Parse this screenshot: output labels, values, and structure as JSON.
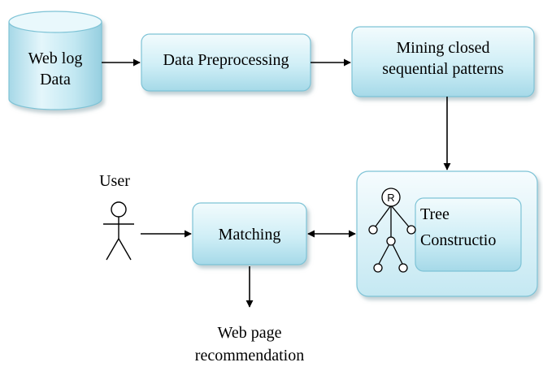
{
  "nodes": {
    "weblog": {
      "line1": "Web log",
      "line2": "Data"
    },
    "preprocessing": {
      "label": "Data Preprocessing"
    },
    "mining": {
      "line1": "Mining closed",
      "line2": "sequential patterns"
    },
    "tree": {
      "line1": "Tree",
      "line2": "Constructio",
      "root_label": "R"
    },
    "matching": {
      "label": "Matching"
    },
    "user": {
      "label": "User"
    },
    "recommendation": {
      "line1": "Web page",
      "line2": "recommendation"
    }
  },
  "colors": {
    "box_fill_top": "#eef9fc",
    "box_fill_bottom": "#a9dcea",
    "box_stroke": "#7ec3d6",
    "line": "#000000"
  }
}
